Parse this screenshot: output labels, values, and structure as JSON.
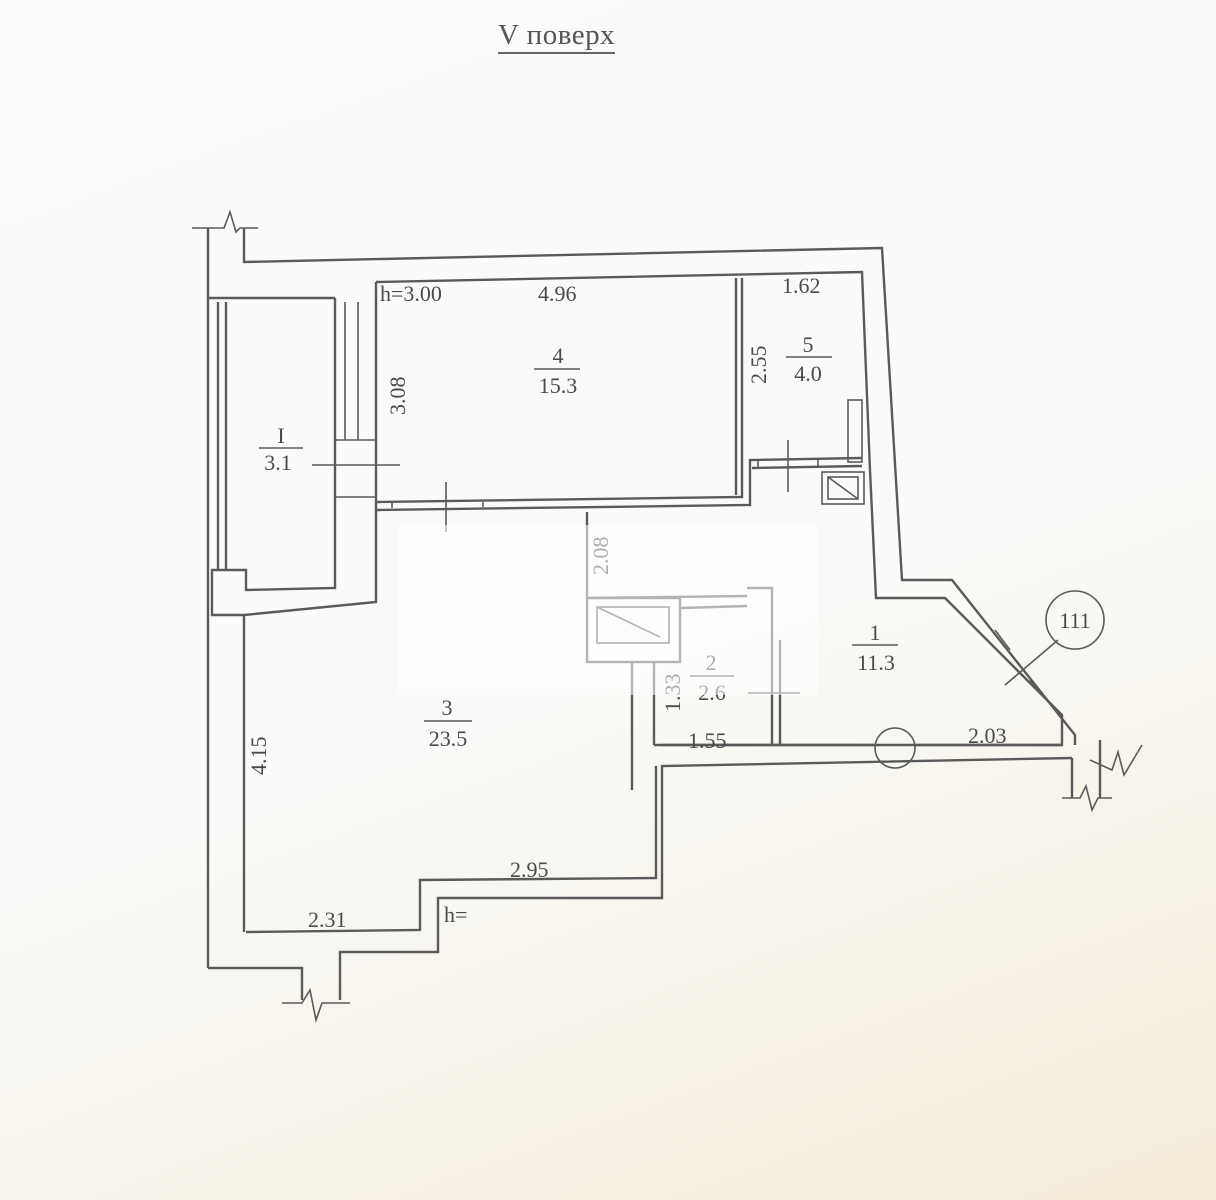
{
  "title": "V поверх",
  "plan": {
    "ceiling_height_label": "h=3.00",
    "lower_height_label": "h=",
    "axis_marker": "111",
    "rooms": [
      {
        "id": "I",
        "label": "I",
        "area": "3.1",
        "type": "balcony"
      },
      {
        "id": "1",
        "label": "1",
        "area": "11.3",
        "type": "hallway"
      },
      {
        "id": "2",
        "label": "2",
        "area": "2.6",
        "type": "bathroom"
      },
      {
        "id": "3",
        "label": "3",
        "area": "23.5",
        "type": "living-kitchen"
      },
      {
        "id": "4",
        "label": "4",
        "area": "15.3",
        "type": "room"
      },
      {
        "id": "5",
        "label": "5",
        "area": "4.0",
        "type": "bathroom"
      }
    ],
    "dimensions": {
      "room4_width": "4.96",
      "room4_depth": "3.08",
      "room5_width": "1.62",
      "room5_depth": "2.55",
      "hall_partition": "2.08",
      "room2_depth": "1.33",
      "room2_width": "1.55",
      "hall_width": "2.03",
      "room3_depth": "4.15",
      "room3_bottom_right": "2.95",
      "room3_bottom_left": "2.31"
    }
  }
}
